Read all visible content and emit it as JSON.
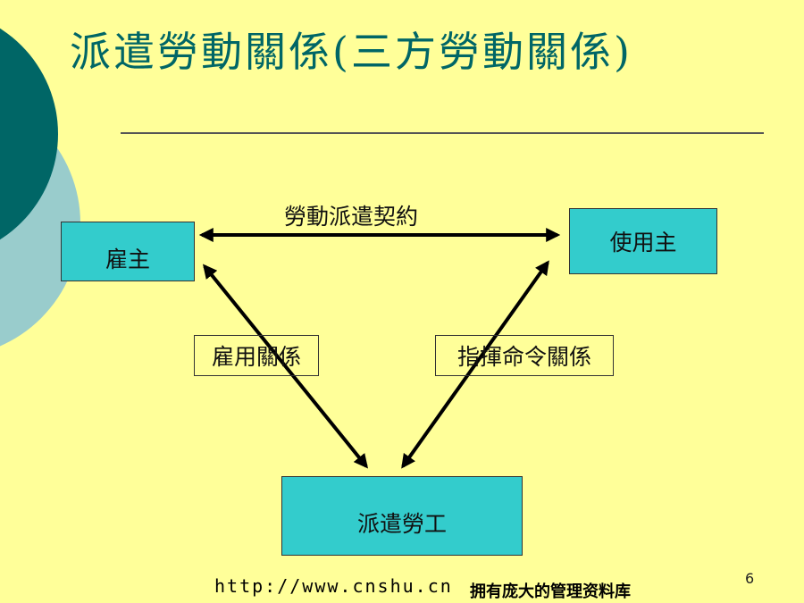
{
  "title": "派遣勞動關係(三方勞動關係)",
  "nodes": {
    "employer": "雇主",
    "user_company": "使用主",
    "worker": "派遣勞工"
  },
  "edges": {
    "employer_user": "勞動派遣契約",
    "employer_worker": "雇用關係",
    "user_worker": "指揮命令關係"
  },
  "footer": {
    "url": "http://www.cnshu.cn",
    "tagline": "拥有庞大的管理资料库",
    "page_number": "6"
  },
  "colors": {
    "background": "#ffff99",
    "title": "#006666",
    "box_fill": "#33cccc",
    "decor_dark": "#006666",
    "decor_light": "#99cccc"
  }
}
